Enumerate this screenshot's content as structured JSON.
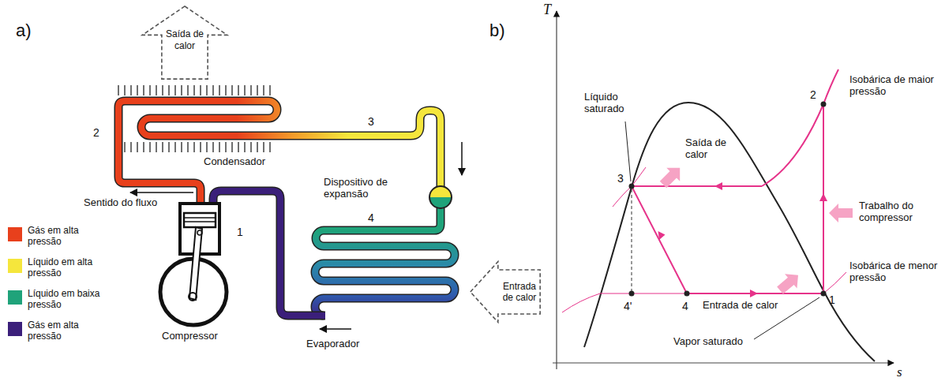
{
  "diagram": {
    "nodes": [
      {
        "text": [
          "Saída de calor"
        ]
      },
      {
        "text": [
          "Entrada de calor"
        ]
      }
    ],
    "labels": [
      "a)",
      "2",
      "3",
      "Condensador",
      "Sentido do fluxo",
      "Dispositivo de expansão",
      "4",
      "1",
      "Compressor",
      "Evaporador",
      "b)",
      "T",
      "s",
      "Líquido saturado",
      "2",
      "Isobárica de maior pressão",
      "Saída de calor",
      "3",
      "Trabalho do compressor",
      "Isobárica de menor pressão",
      "4'",
      "4",
      "Entrada de calor",
      "1",
      "Vapor saturado"
    ],
    "legend": [
      {
        "text": "Gás em alta pressão",
        "color": "#e8401c"
      },
      {
        "text": "Líquido em alta pressão",
        "color": "#f5e63c"
      },
      {
        "text": "Líquido em baixa pressão",
        "color": "#1fa37a"
      },
      {
        "text": "Gás em alta pressão",
        "color": "#3b1f7a"
      }
    ]
  }
}
